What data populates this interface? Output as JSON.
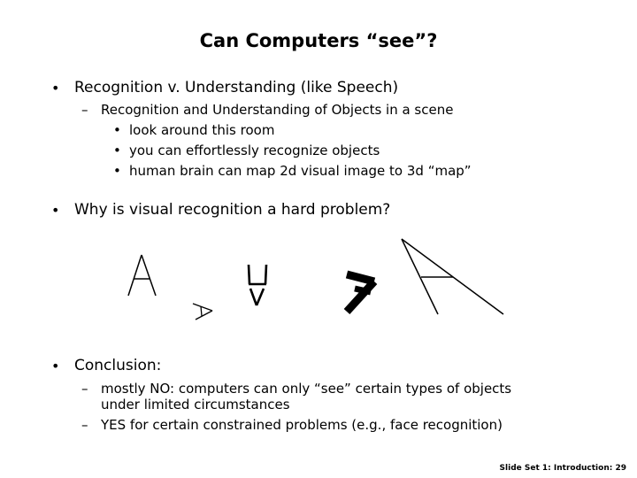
{
  "title": "Can Computers “see”?",
  "bullets": [
    {
      "text": "Recognition v. Understanding (like Speech)",
      "sub": [
        {
          "text": "Recognition and Understanding of Objects in a scene",
          "items": [
            "look around this room",
            "you can effortlessly recognize objects",
            "human brain can map 2d visual image to 3d “map”"
          ]
        }
      ]
    },
    {
      "text": "Why is visual recognition a hard problem?"
    },
    {
      "text": "Conclusion:",
      "sub": [
        {
          "text": "mostly NO: computers can only “see” certain types of objects",
          "cont": "under limited circumstances"
        },
        {
          "text": "YES for certain constrained problems (e.g., face recognition)"
        }
      ]
    }
  ],
  "footer": "Slide Set 1: Introduction: 29"
}
